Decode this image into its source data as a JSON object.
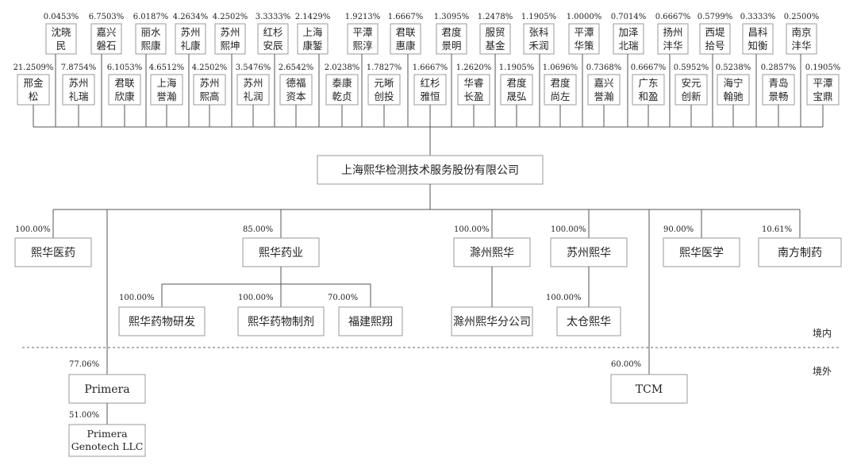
{
  "center": {
    "label": "上海熙华检测技术服务股份有限公司"
  },
  "shareholders_row1": [
    {
      "pct": "0.0453%",
      "name": [
        "沈晓",
        "民"
      ]
    },
    {
      "pct": "6.7503%",
      "name": [
        "嘉兴",
        "磐石"
      ]
    },
    {
      "pct": "6.0187%",
      "name": [
        "丽水",
        "熙康"
      ]
    },
    {
      "pct": "4.2634%",
      "name": [
        "苏州",
        "礼康"
      ]
    },
    {
      "pct": "4.2502%",
      "name": [
        "苏州",
        "熙坤"
      ]
    },
    {
      "pct": "3.3333%",
      "name": [
        "红杉",
        "安辰"
      ]
    },
    {
      "pct": "2.1429%",
      "name": [
        "上海",
        "康錾"
      ]
    },
    {
      "pct": "1.9213%",
      "name": [
        "平潭",
        "熙淳"
      ]
    },
    {
      "pct": "1.6667%",
      "name": [
        "君联",
        "惠康"
      ]
    },
    {
      "pct": "1.3095%",
      "name": [
        "君度",
        "景明"
      ]
    },
    {
      "pct": "1.2478%",
      "name": [
        "服贸",
        "基金"
      ]
    },
    {
      "pct": "1.1905%",
      "name": [
        "张科",
        "禾润"
      ]
    },
    {
      "pct": "1.0000%",
      "name": [
        "平潭",
        "华策"
      ]
    },
    {
      "pct": "0.7014%",
      "name": [
        "加泽",
        "北瑞"
      ]
    },
    {
      "pct": "0.6667%",
      "name": [
        "扬州",
        "沣华"
      ]
    },
    {
      "pct": "0.5799%",
      "name": [
        "西堤",
        "拾号"
      ]
    },
    {
      "pct": "0.3333%",
      "name": [
        "昌科",
        "知衡"
      ]
    },
    {
      "pct": "0.2500%",
      "name": [
        "南京",
        "沣华"
      ]
    }
  ],
  "shareholders_row2": [
    {
      "pct": "21.2509%",
      "name": [
        "邢金",
        "松"
      ]
    },
    {
      "pct": "7.8754%",
      "name": [
        "苏州",
        "礼瑞"
      ]
    },
    {
      "pct": "6.1053%",
      "name": [
        "君联",
        "欣康"
      ]
    },
    {
      "pct": "4.6512%",
      "name": [
        "上海",
        "誉瀚"
      ]
    },
    {
      "pct": "4.2502%",
      "name": [
        "苏州",
        "熙高"
      ]
    },
    {
      "pct": "3.5476%",
      "name": [
        "苏州",
        "礼润"
      ]
    },
    {
      "pct": "2.6542%",
      "name": [
        "德福",
        "资本"
      ]
    },
    {
      "pct": "2.0238%",
      "name": [
        "泰康",
        "乾贞"
      ]
    },
    {
      "pct": "1.7827%",
      "name": [
        "元晰",
        "创投"
      ]
    },
    {
      "pct": "1.6667%",
      "name": [
        "红杉",
        "雅恒"
      ]
    },
    {
      "pct": "1.2620%",
      "name": [
        "华睿",
        "长盈"
      ]
    },
    {
      "pct": "1.1905%",
      "name": [
        "君度",
        "晟弘"
      ]
    },
    {
      "pct": "1.0696%",
      "name": [
        "君度",
        "尚左"
      ]
    },
    {
      "pct": "0.7368%",
      "name": [
        "嘉兴",
        "誉瀚"
      ]
    },
    {
      "pct": "0.6667%",
      "name": [
        "广东",
        "和盈"
      ]
    },
    {
      "pct": "0.5952%",
      "name": [
        "安元",
        "创新"
      ]
    },
    {
      "pct": "0.5238%",
      "name": [
        "海宁",
        "翰驰"
      ]
    },
    {
      "pct": "0.2857%",
      "name": [
        "青岛",
        "景畅"
      ]
    },
    {
      "pct": "0.1905%",
      "name": [
        "平潭",
        "宝鼎"
      ]
    }
  ],
  "subsidiaries": [
    {
      "id": "xhyy",
      "pct": "100.00%",
      "name": "熙华医药"
    },
    {
      "id": "xhyye",
      "pct": "85.00%",
      "name": "熙华药业"
    },
    {
      "id": "czxh",
      "pct": "100.00%",
      "name": "滁州熙华"
    },
    {
      "id": "szxh",
      "pct": "100.00%",
      "name": "苏州熙华"
    },
    {
      "id": "xhyx",
      "pct": "90.00%",
      "name": "熙华医学"
    },
    {
      "id": "nfzy",
      "pct": "10.61%",
      "name": "南方制药"
    }
  ],
  "level2": [
    {
      "id": "yf",
      "pct": "100.00%",
      "name": "熙华药物研发"
    },
    {
      "id": "zj",
      "pct": "100.00%",
      "name": "熙华药物制剂"
    },
    {
      "id": "fj",
      "pct": "70.00%",
      "name": "福建熙翔"
    },
    {
      "id": "czfgs",
      "pct": "",
      "name": "滁州熙华分公司"
    },
    {
      "id": "tc",
      "pct": "100.00%",
      "name": "太仓熙华"
    }
  ],
  "overseas": [
    {
      "id": "primera",
      "pct": "77.06%",
      "name": "Primera"
    },
    {
      "id": "tcm",
      "pct": "60.00%",
      "name": "TCM"
    }
  ],
  "overseas_child": {
    "pct": "51.00%",
    "name": [
      "Primera",
      "Genotech LLC"
    ]
  },
  "region_labels": {
    "domestic": "境内",
    "overseas": "境外"
  }
}
